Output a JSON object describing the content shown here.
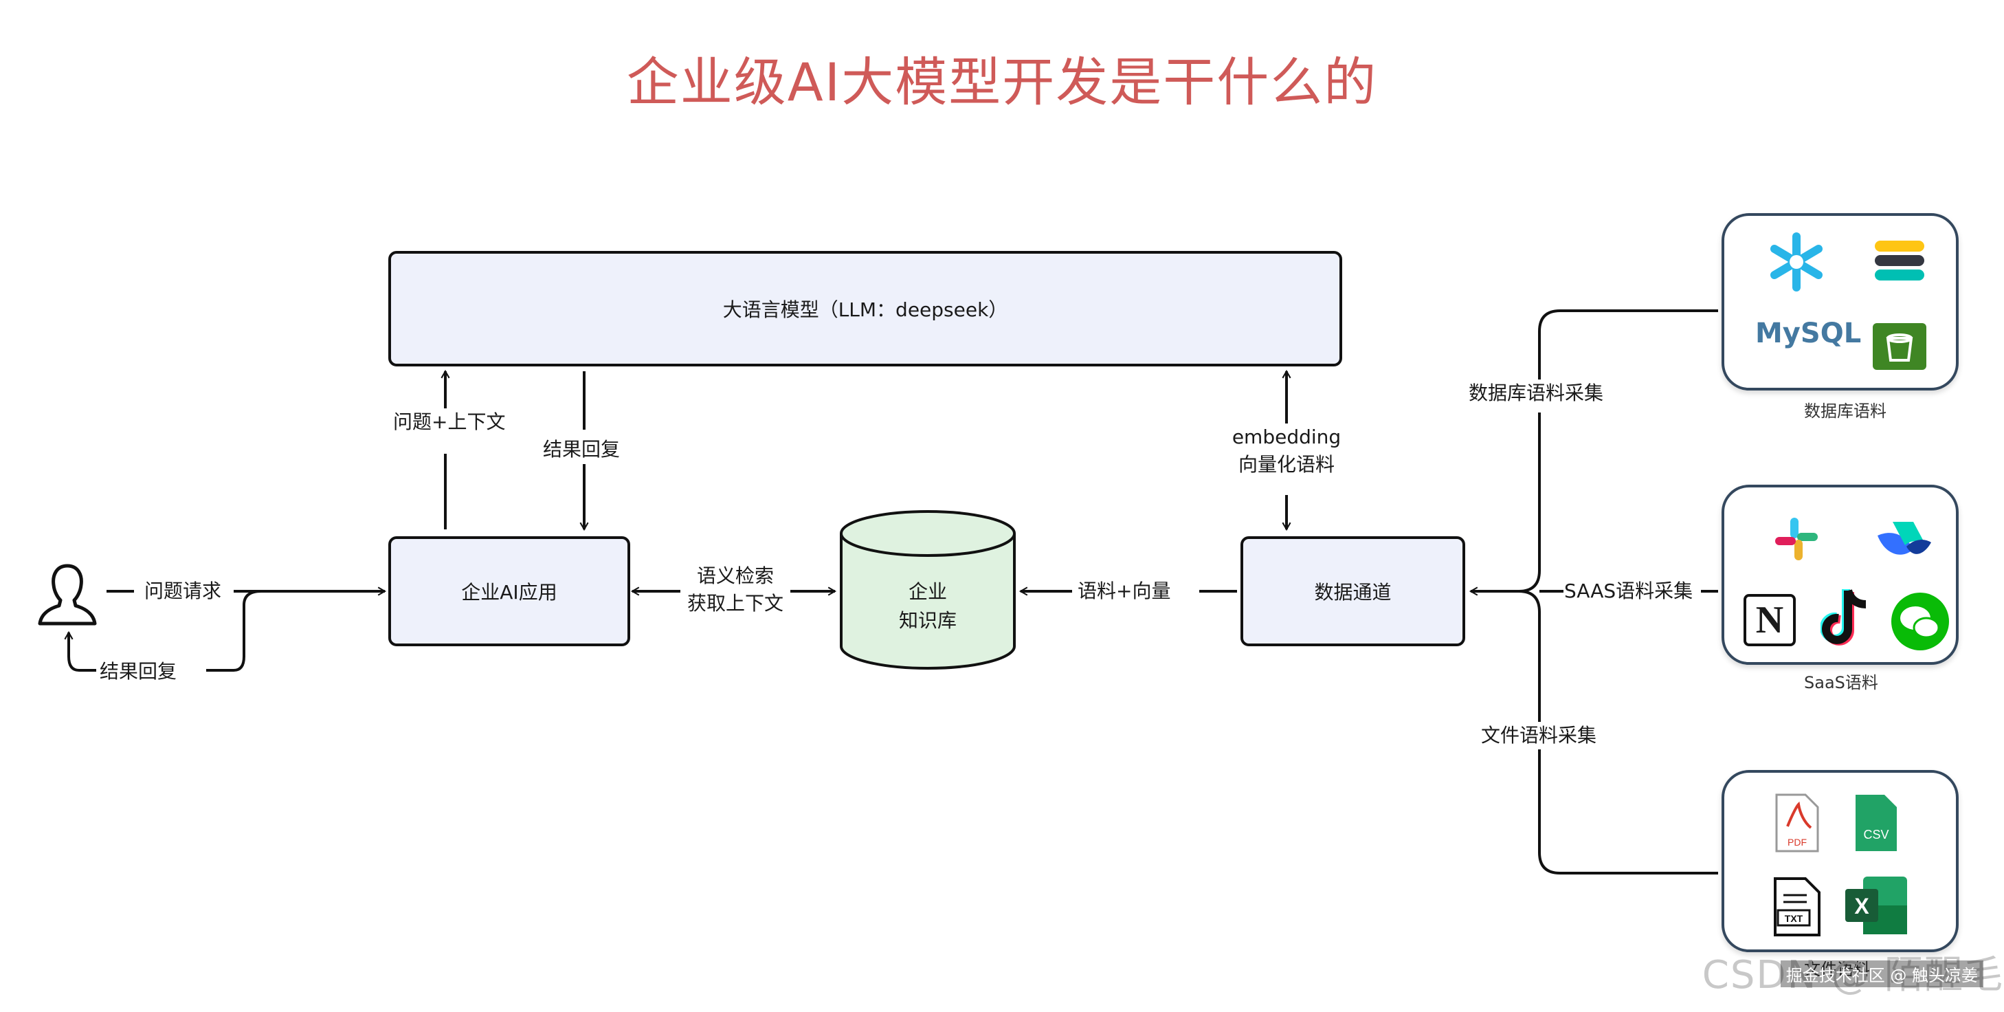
{
  "title": "企业级AI大模型开发是干什么的",
  "nodes": {
    "llm": "大语言模型（LLM：deepseek）",
    "app": "企业AI应用",
    "kb_line1": "企业",
    "kb_line2": "知识库",
    "channel": "数据通道"
  },
  "edges": {
    "question_context": "问题+上下文",
    "result_reply_top": "结果回复",
    "embedding": "embedding",
    "vectorized_corpus": "向量化语料",
    "question_request": "问题请求",
    "result_reply_user": "结果回复",
    "semantic_search": "语义检索",
    "get_context": "获取上下文",
    "corpus_vector": "语料+向量",
    "db_collect": "数据库语料采集",
    "saas_collect": "SAAS语料采集",
    "file_collect": "文件语料采集"
  },
  "panels": {
    "db_caption": "数据库语料",
    "saas_caption": "SaaS语料",
    "file_caption": "文件语料",
    "mysql": "MySQL",
    "pdf": "PDF",
    "csv": "CSV",
    "txt": "TXT",
    "excel": "X",
    "notion": "N"
  },
  "watermark": "掘金技术社区 @ 触头凉姜",
  "csdn": "CSDN @ 陌醒毛",
  "colors": {
    "title": "#cf5a58",
    "box_fill": "#eef1fb",
    "kb_fill": "#dff2e0",
    "line": "#111111"
  }
}
